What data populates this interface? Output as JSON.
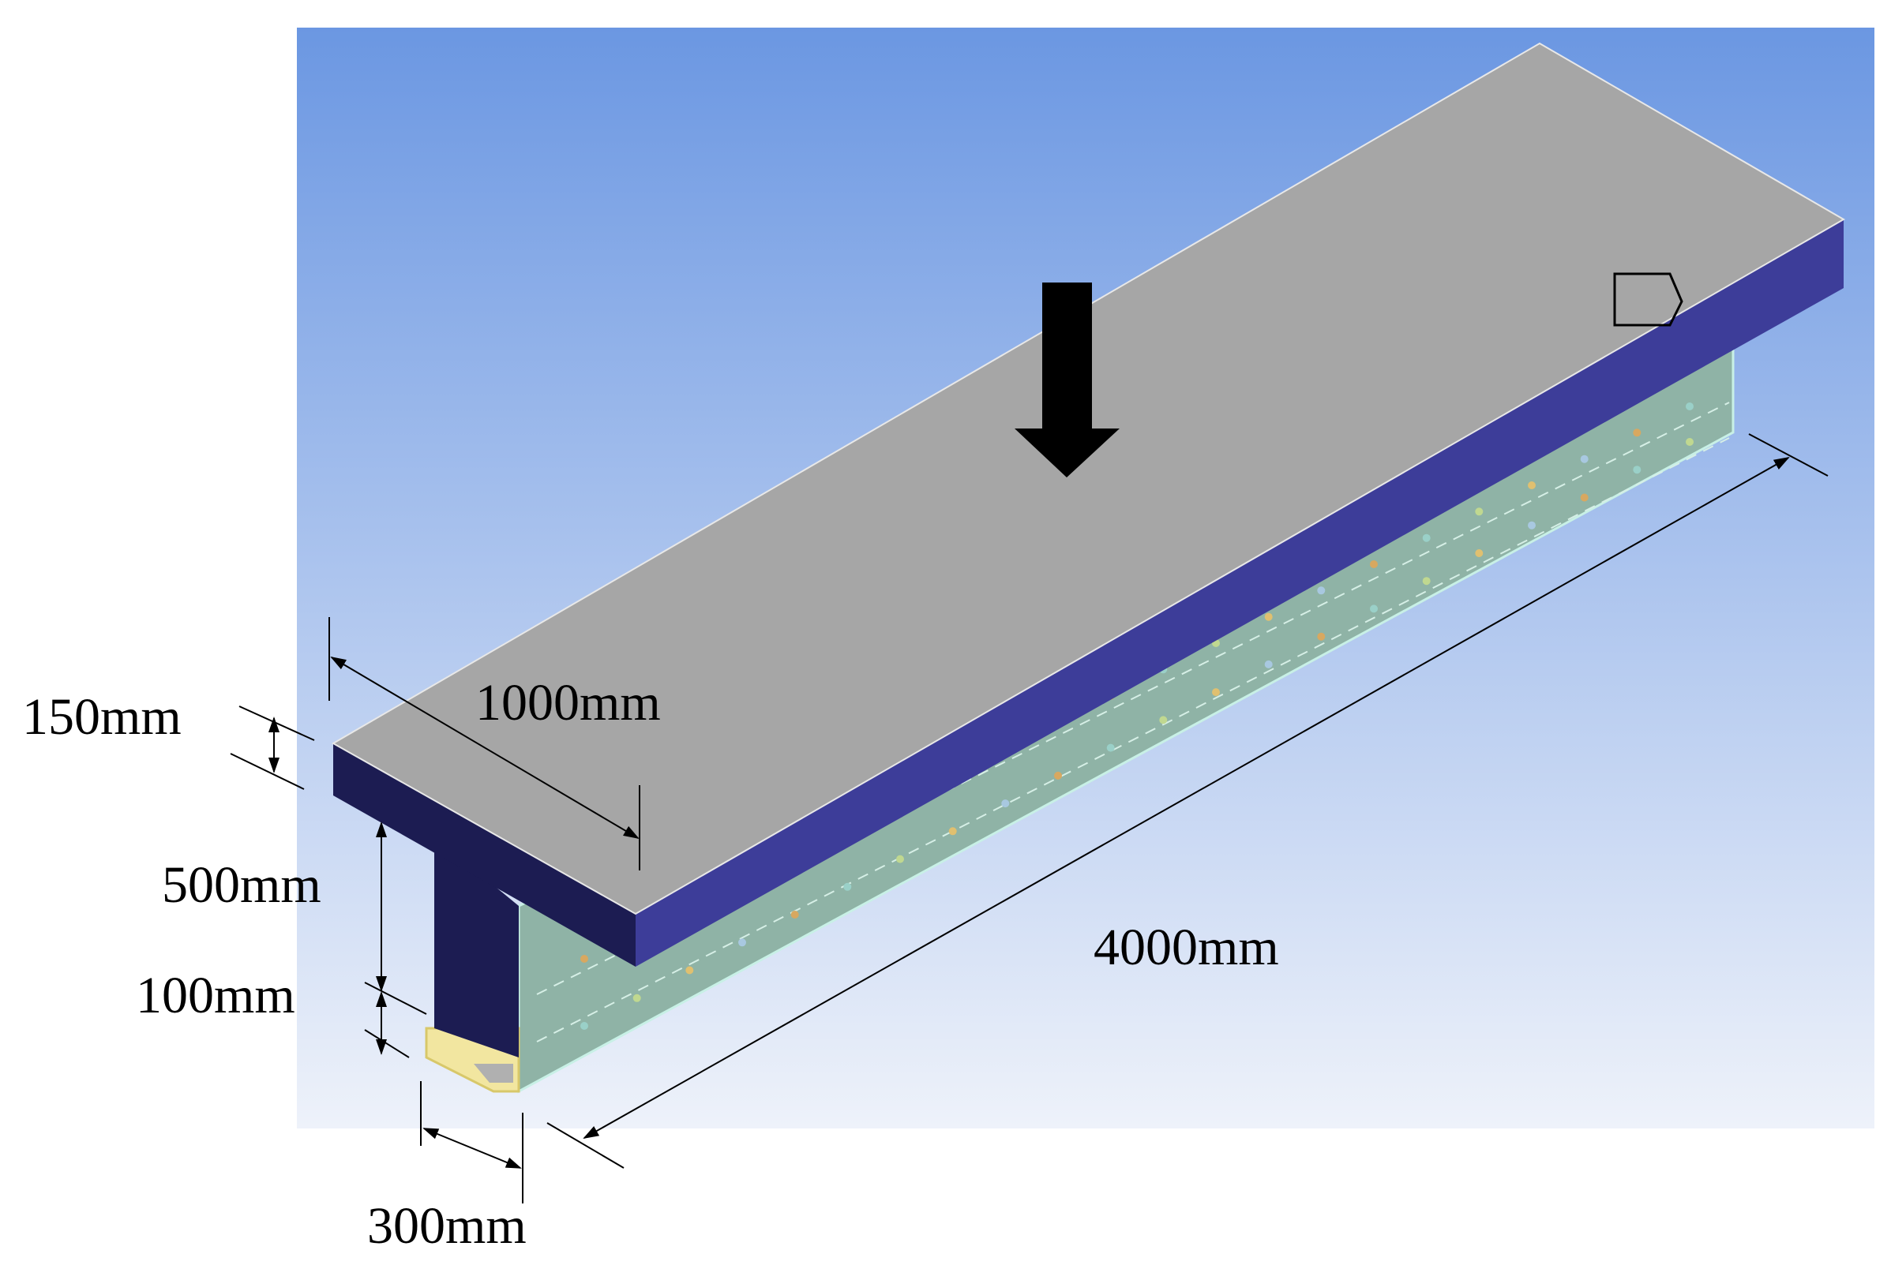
{
  "labels": {
    "flange_thickness": "150mm",
    "flange_width": "1000mm",
    "web_height": "500mm",
    "bottom_height": "100mm",
    "web_width": "300mm",
    "beam_length": "4000mm"
  },
  "colors": {
    "background_top": "#6b97e2",
    "background_bottom": "#eef2fa",
    "slab_top": "#a6a6a6",
    "slab_side": "#3d3d99",
    "slab_end": "#1c1c52",
    "web_side": "#8fb3a6",
    "bottom_plate": "#f2e6a0",
    "dimension_line": "#000000"
  },
  "icons": {
    "load": "down-arrow-icon",
    "support": "pentagon-support-icon"
  }
}
